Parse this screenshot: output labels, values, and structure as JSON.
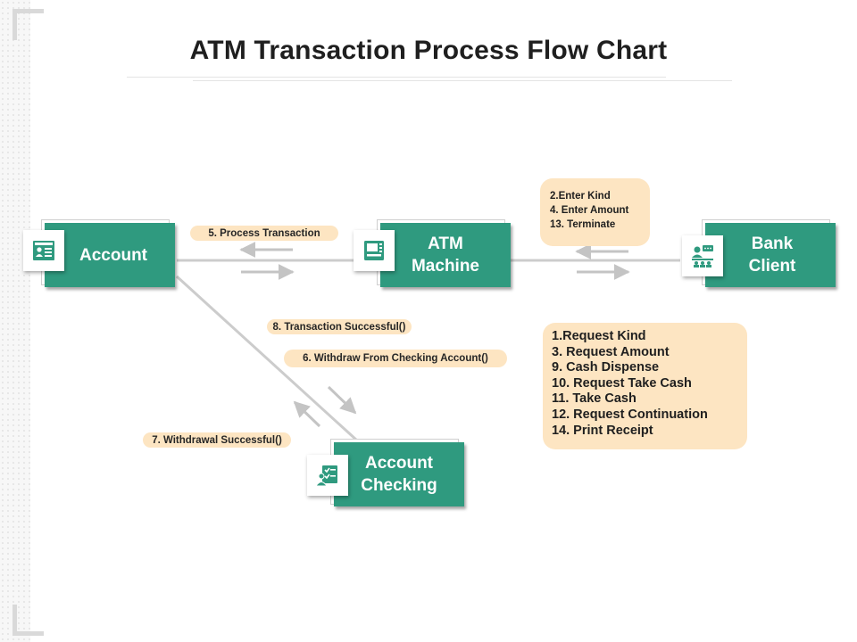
{
  "title": "ATM Transaction Process Flow Chart",
  "nodes": {
    "account": {
      "label": "Account",
      "icon": "profile-card-icon"
    },
    "atm_machine": {
      "label_line1": "ATM",
      "label_line2": "Machine",
      "icon": "atm-icon"
    },
    "bank_client": {
      "label_line1": "Bank",
      "label_line2": "Client",
      "icon": "customer-service-icon"
    },
    "account_checking": {
      "label_line1": "Account",
      "label_line2": "Checking",
      "icon": "checklist-user-icon"
    }
  },
  "messages": {
    "process_transaction": "5. Process Transaction",
    "transaction_successful": "8. Transaction  Successful()",
    "withdraw_from_checking": "6. Withdraw  From Checking Account()",
    "withdrawal_successful": "7. Withdrawal  Successful()"
  },
  "notes": {
    "atm_client_small": [
      "2.Enter Kind",
      "4. Enter Amount",
      "13. Terminate"
    ],
    "atm_client_big": [
      "1.Request Kind",
      "3. Request Amount",
      "9. Cash Dispense",
      "10. Request Take Cash",
      "11. Take Cash",
      "12. Request Continuation",
      "14. Print Receipt"
    ]
  },
  "colors": {
    "node_fill": "#2f9a7f",
    "note_fill": "#fde5c2",
    "connector": "#cccccc",
    "arrow": "#c4c4c4"
  }
}
